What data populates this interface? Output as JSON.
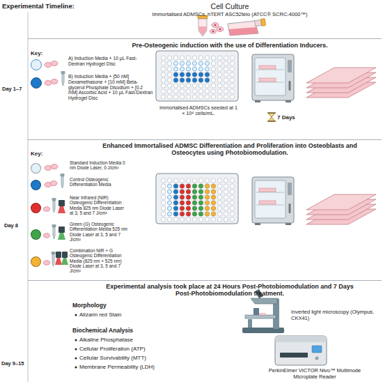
{
  "diagram": {
    "nodes": [
      {
        "text": [
          "Cell Culture",
          "Immortalised ADMSCs, hTERT ASC52telo (ATCC® SCRC-4000™)"
        ]
      },
      {
        "text": [
          "Pre-Osteogenic induction with the use of Differentiation Inducers."
        ]
      },
      {
        "text": [
          "Enhanced Immortalised ADMSC Differentiation and Proliferation into Osteoblasts and Osteocytes using Photobiomodulation."
        ]
      },
      {
        "text": [
          "Experimental analysis took place at 24 Hours Post-Photobiomodulation and 7 Days Post-Photobiomodulation treatment."
        ]
      }
    ],
    "labels": [
      "Experimental Timeline:",
      "Day 1–7",
      "Key:",
      "A) Induction Media + 10 µL Fast-Dextran Hydrogel Disc",
      "B) Induction Media + [50 nM] Dexamethasone + [10 mM] Beta-glycerol Phosphate Disodium + [0.2 mM] Ascorbic Acid + 10 µL Fast-Dextran Hydrogel Disc",
      "Immortalised ADMSCs seeded at 1 × 10⁴ cells/mL.",
      "7 Days",
      "Day 8",
      "Key:",
      "Day 9–15",
      "Morphology",
      "Alizarin red Stain",
      "Biochemical Analysis",
      "Alkaline Phosphatase",
      "Cellular Proliferation (ATP)",
      "Cellular Survivability (MTT)",
      "Membrane Permeability (LDH)",
      "Inverted light microscopy (Olympus, CKX41)",
      "PerkinElmer VICTOR Nivo™ Multimode Microplate Reader"
    ],
    "legend": [
      {
        "text": "Standard Induction Media 0 nm Diode Laser, 0 J/cm²",
        "color": "#e3f1fa"
      },
      {
        "text": "Control Osteogenic Differentiation Media",
        "color": "#1f78c8"
      },
      {
        "text": "Near Infrared (NIR) Osteogenic Differentiation Media 825 nm Diode Laser at 3, 5 and 7 J/cm²",
        "color": "#e0312f"
      },
      {
        "text": "Green (G) Osteogenic Differentiation Media 525 nm Diode Laser at 3, 5 and 7 J/cm²",
        "color": "#3fa548"
      },
      {
        "text": "Combination NIR + G Osteogenic Differentiation Media (825 nm + 525 nm) Diode Laser at 3, 5 and 7 J/cm²",
        "color": "#f5b335"
      }
    ]
  }
}
